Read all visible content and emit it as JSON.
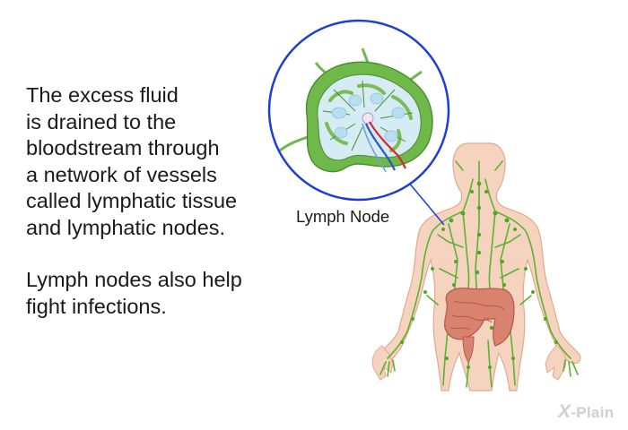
{
  "paragraphs": [
    {
      "lines": [
        "The excess fluid",
        "is drained to the",
        "bloodstream through",
        "a network of vessels",
        "called lymphatic tissue",
        "and lymphatic nodes."
      ]
    },
    {
      "lines": [
        "Lymph nodes also help",
        "fight infections."
      ]
    }
  ],
  "callout_label": "Lymph Node",
  "logo": {
    "mark": "X",
    "text": "-Plain"
  },
  "colors": {
    "circle_outline": "#1a3fd6",
    "node_capsule": "#6fb84a",
    "node_interior": "#d6ecf5",
    "skin": "#f6d3bf",
    "lymph_vessels": "#5ab332",
    "intestine": "#d98270",
    "artery": "#d9262d",
    "vein": "#2d55c9"
  }
}
